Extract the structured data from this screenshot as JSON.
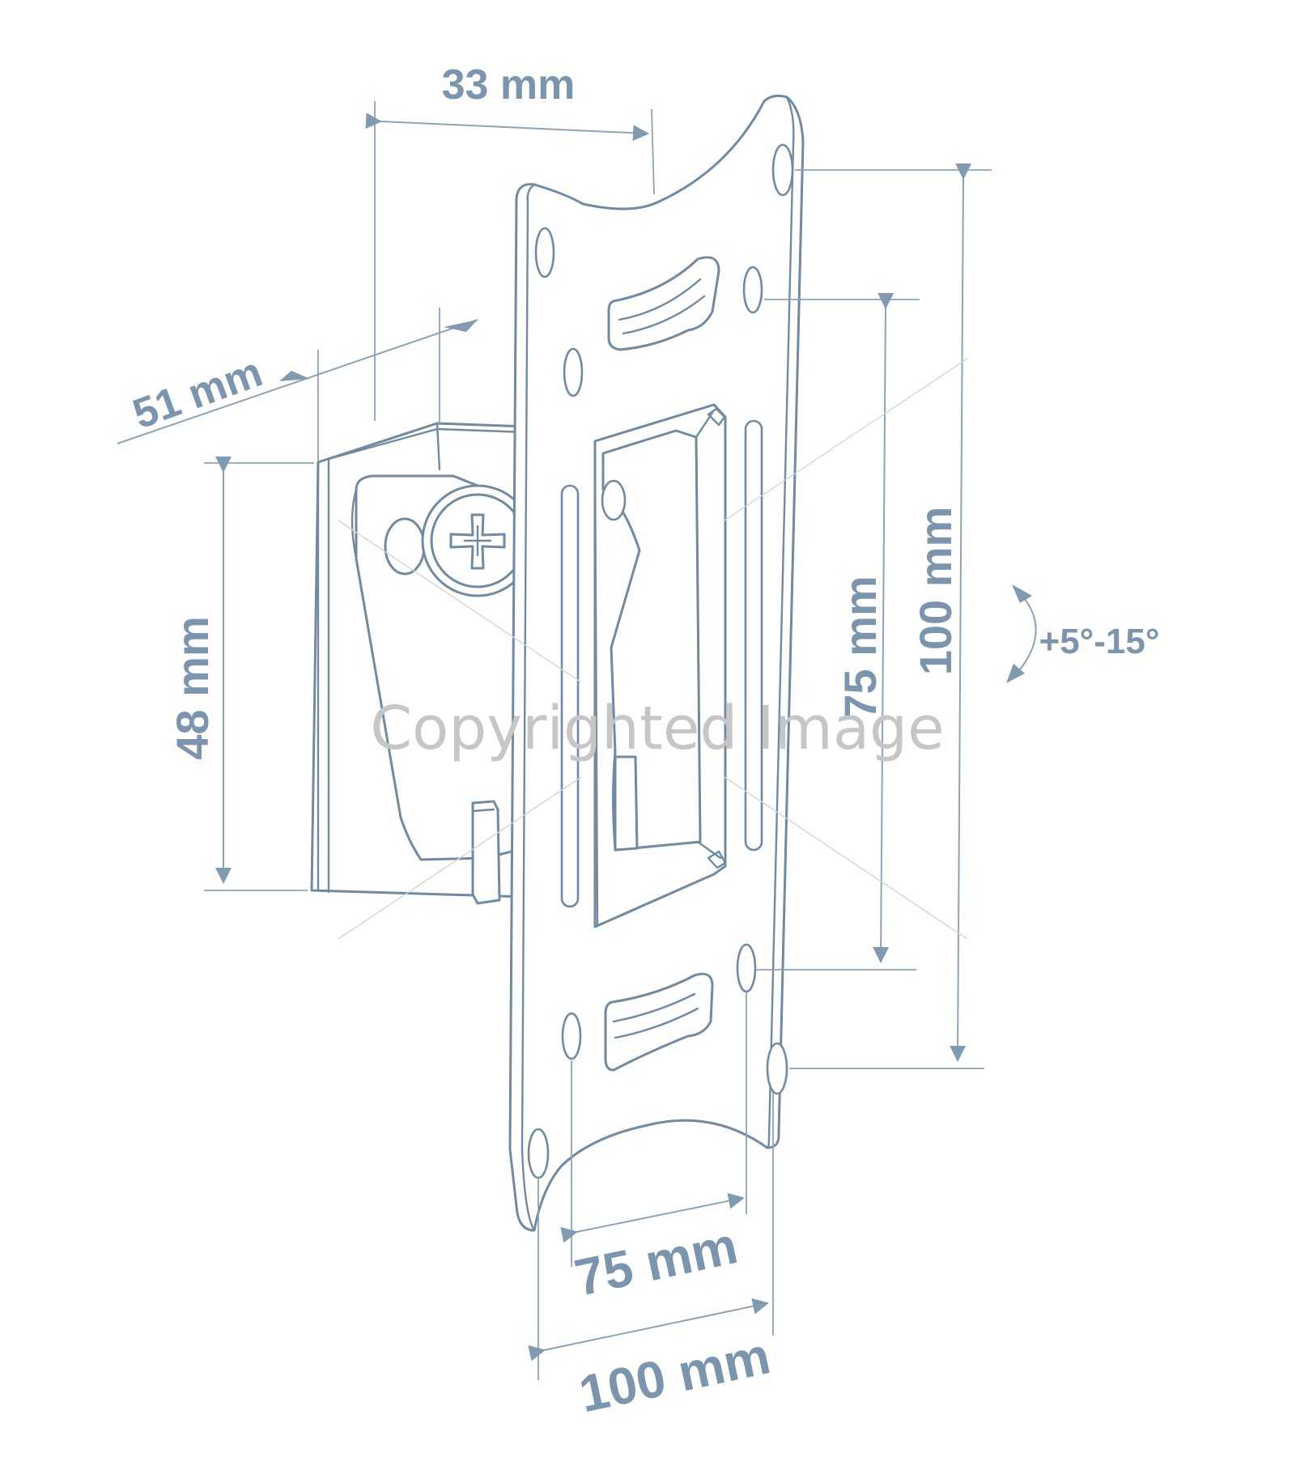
{
  "dimensions": {
    "depth_top": "33 mm",
    "depth_angled": "51 mm",
    "bracket_height": "48 mm",
    "vesa_vertical_inner": "75 mm",
    "vesa_vertical_outer": "100 mm",
    "vesa_horizontal_inner": "75 mm",
    "vesa_horizontal_outer": "100 mm",
    "tilt_range": "+5°-15°"
  },
  "watermark": "Copyrighted Image",
  "colors": {
    "dimension": "#7a95ad",
    "outline": "#6f8aa2",
    "watermark": "#c6c6c6"
  },
  "icons": {
    "tilt": "curved-double-arrow-icon",
    "screw": "phillips-screw-icon"
  }
}
